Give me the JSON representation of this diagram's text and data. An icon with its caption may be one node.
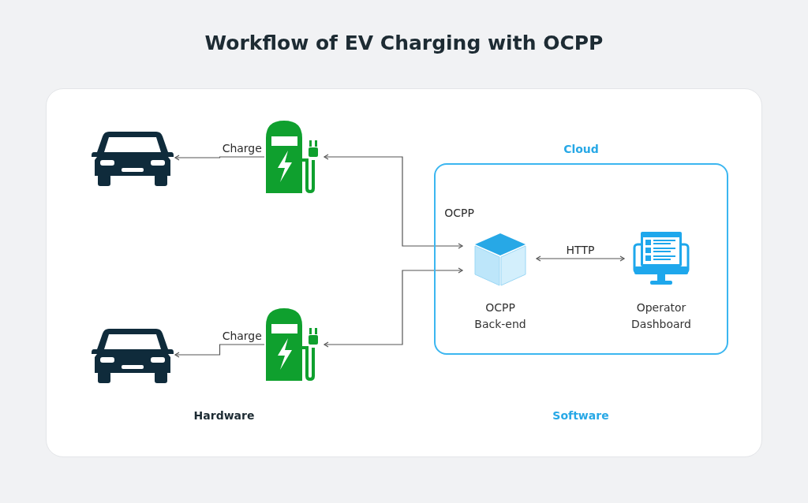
{
  "diagram": {
    "title": "Workflow of EV Charging with OCPP",
    "nodes": [
      {
        "text": [],
        "shape": "picture"
      },
      {
        "text": [],
        "shape": "picture"
      },
      {
        "text": [],
        "shape": "picture"
      },
      {
        "text": [],
        "shape": "picture"
      },
      {
        "text": [
          "Cloud"
        ]
      },
      {
        "text": [
          "OCPP Back-end"
        ],
        "in": 4
      },
      {
        "text": [
          "Operator Dashboard"
        ],
        "in": 4
      }
    ],
    "edges": [
      {
        "from": 1,
        "to": 0,
        "arrow": "to",
        "label": "Charge"
      },
      {
        "from": 3,
        "to": 2,
        "arrow": "to",
        "label": "Charge"
      },
      {
        "from": 1,
        "to": 5,
        "arrow": "both"
      },
      {
        "from": 3,
        "to": 5,
        "arrow": "both"
      },
      {
        "from": 5,
        "to": 6,
        "arrow": "both",
        "label": "HTTP"
      }
    ],
    "labels": [
      "OCPP",
      "Hardware",
      "Software"
    ]
  }
}
